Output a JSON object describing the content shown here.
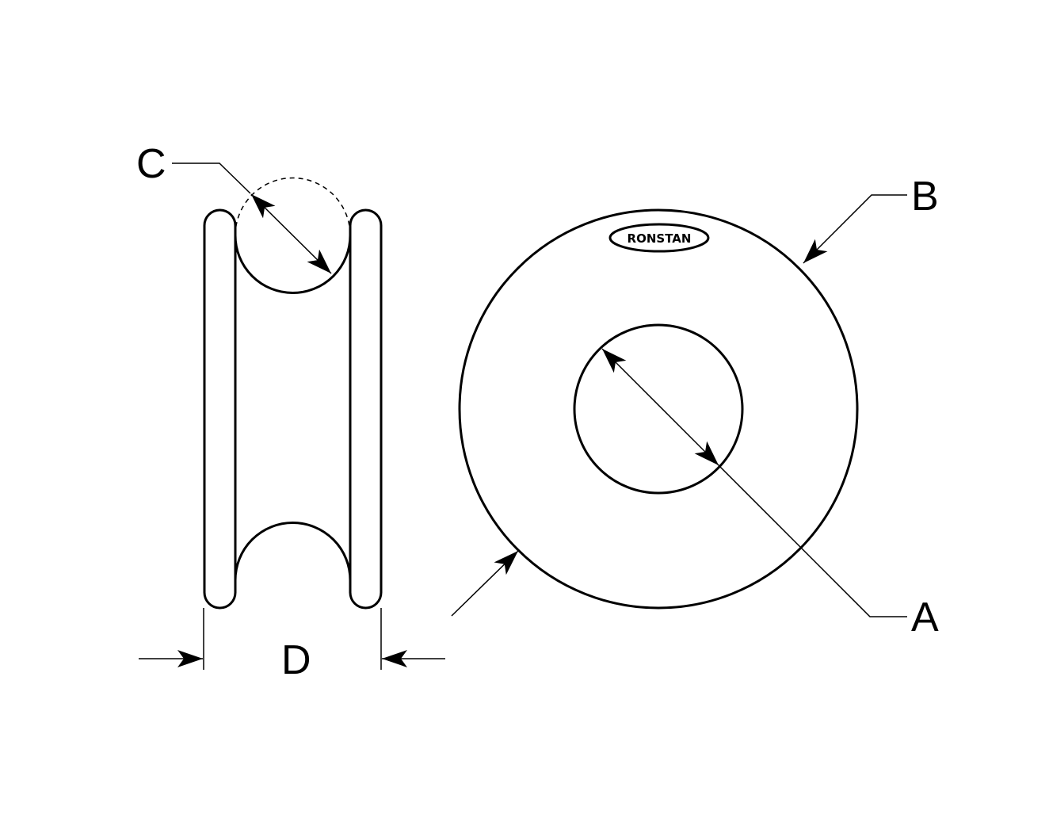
{
  "labels": {
    "a": "A",
    "b": "B",
    "c": "C",
    "d": "D"
  },
  "logo": {
    "text": "RONSTAN"
  },
  "colors": {
    "line": "#000000",
    "background": "#ffffff"
  }
}
